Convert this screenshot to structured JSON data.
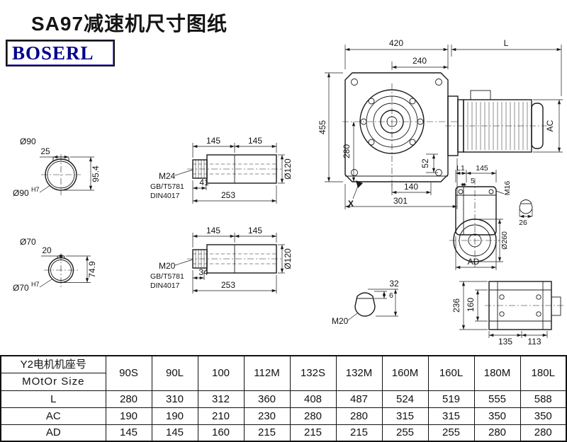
{
  "page": {
    "title": "SA97减速机尺寸图纸",
    "logo": "BOSERL"
  },
  "main_view": {
    "d420": "420",
    "d_l": "L",
    "d240": "240",
    "d455": "455",
    "d280": "280",
    "d52": "52",
    "d_ac": "AC",
    "d140": "140",
    "d301": "301",
    "d_x": "X"
  },
  "shaft_end_1": {
    "dia": "Ø90",
    "key_width": "25",
    "key_height": "95.4",
    "bore_dia": "Ø90",
    "bore_tol": "H7"
  },
  "shaft_end_2": {
    "dia": "Ø70",
    "key_width": "20",
    "key_height": "74.9",
    "bore_dia": "Ø70",
    "bore_tol": "H7"
  },
  "hollow_shaft_1": {
    "len_a": "145",
    "len_b": "145",
    "dia": "Ø120",
    "thread": "M24",
    "standard_1": "GB/T5781",
    "standard_2": "DIN4017",
    "thread_len": "41",
    "total_len": "253"
  },
  "hollow_shaft_2": {
    "len_a": "145",
    "len_b": "145",
    "dia": "Ø120",
    "thread": "M20",
    "standard_1": "GB/T5781",
    "standard_2": "DIN4017",
    "thread_len": "34",
    "total_len": "253"
  },
  "side_view": {
    "d_l1": "L1",
    "d145": "145",
    "d5": "5",
    "thread": "M16",
    "dia": "Ø260",
    "d26": "26",
    "d_ad": "AD"
  },
  "key_detail": {
    "thread": "M20",
    "d6": "6",
    "d32": "32"
  },
  "rear_view": {
    "d236": "236",
    "d160": "160",
    "d135": "135",
    "d113": "113"
  },
  "table": {
    "header_cn": "Y2电机机座号",
    "header_en": "MOtOr Size",
    "columns": [
      "90S",
      "90L",
      "100",
      "112M",
      "132S",
      "132M",
      "160M",
      "160L",
      "180M",
      "180L"
    ],
    "rows": [
      {
        "label": "L",
        "values": [
          "280",
          "310",
          "312",
          "360",
          "408",
          "487",
          "524",
          "519",
          "555",
          "588"
        ]
      },
      {
        "label": "AC",
        "values": [
          "190",
          "190",
          "210",
          "230",
          "280",
          "280",
          "315",
          "315",
          "350",
          "350"
        ]
      },
      {
        "label": "AD",
        "values": [
          "145",
          "145",
          "160",
          "215",
          "215",
          "215",
          "255",
          "255",
          "280",
          "280"
        ]
      }
    ]
  },
  "colors": {
    "line": "#1a1a1a",
    "logo_text": "#00008b"
  }
}
